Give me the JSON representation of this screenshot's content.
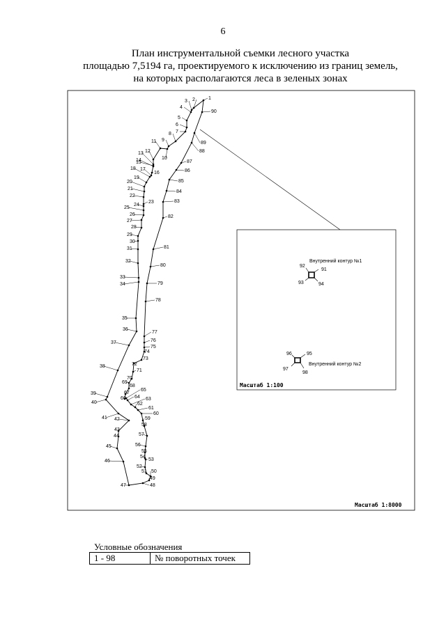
{
  "page_number": "6",
  "title": [
    "План инструментальной съемки лесного участка",
    "площадью 7,5194 га, проектируемого к исключению из границ земель,",
    "на которых располагаются леса в зеленых зонах"
  ],
  "map": {
    "scale_main": "Масштаб 1:8000",
    "scale_inset": "Масштаб 1:100",
    "contour1_label": "Внутренний контур №1",
    "contour2_label": "Внутренний контур №2",
    "contour1_points": [
      "91",
      "92",
      "93",
      "94"
    ],
    "contour2_points": [
      "95",
      "96",
      "97",
      "98"
    ],
    "point_labels": [
      "1",
      "2",
      "3",
      "4",
      "5",
      "6",
      "7",
      "8",
      "9",
      "10",
      "11",
      "12",
      "13",
      "14",
      "15",
      "16",
      "17",
      "18",
      "19",
      "20",
      "21",
      "22",
      "23",
      "24",
      "25",
      "26",
      "27",
      "28",
      "29",
      "30",
      "31",
      "32",
      "33",
      "34",
      "35",
      "36",
      "37",
      "38",
      "39",
      "40",
      "41",
      "42",
      "43",
      "44",
      "45",
      "46",
      "47",
      "48",
      "49",
      "50",
      "51",
      "52",
      "53",
      "54",
      "55",
      "56",
      "57",
      "58",
      "59",
      "60",
      "61",
      "62",
      "63",
      "64",
      "65",
      "66",
      "67",
      "68",
      "69",
      "70",
      "71",
      "72",
      "73",
      "74",
      "75",
      "76",
      "77",
      "78",
      "79",
      "80",
      "81",
      "82",
      "83",
      "84",
      "85",
      "86",
      "87",
      "88",
      "89",
      "90"
    ]
  },
  "legend": {
    "title": "Условные обозначения",
    "key": "1 - 98",
    "value": "№ поворотных точек"
  }
}
